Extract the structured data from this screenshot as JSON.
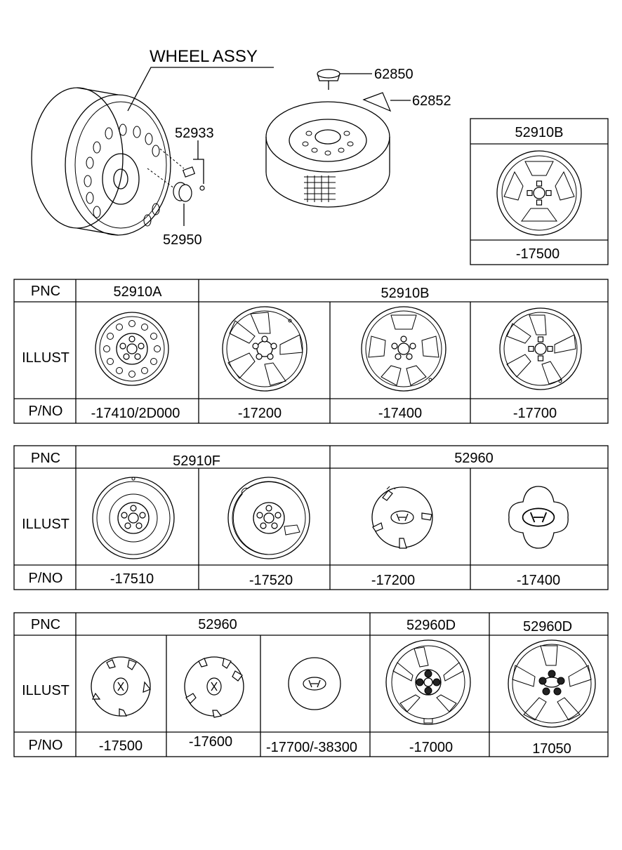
{
  "header": {
    "title": "WHEEL  ASSY",
    "callouts": {
      "valve": "52933",
      "nut": "52950",
      "cap": "62850",
      "cover": "62852"
    }
  },
  "inset": {
    "pnc": "52910B",
    "pno": "-17500"
  },
  "table1": {
    "pnc_label": "PNC",
    "illust_label": "ILLUST",
    "pno_label": "P/NO",
    "pnc_groups": [
      "52910A",
      "52910B"
    ],
    "pnos": [
      "-17410/2D000",
      "-17200",
      "-17400",
      "-17700"
    ]
  },
  "table2": {
    "pnc_label": "PNC",
    "illust_label": "ILLUST",
    "pno_label": "P/NO",
    "pnc_groups": [
      "52910F",
      "52960"
    ],
    "pnos": [
      "-17510",
      "-17520",
      "-17200",
      "-17400"
    ]
  },
  "table3": {
    "pnc_label": "PNC",
    "illust_label": "ILLUST",
    "pno_label": "P/NO",
    "pnc_groups": [
      "52960",
      "52960D",
      "52960D"
    ],
    "pnos": [
      "-17500",
      "-17600",
      "-17700/-38300",
      "-17000",
      "17050"
    ]
  }
}
